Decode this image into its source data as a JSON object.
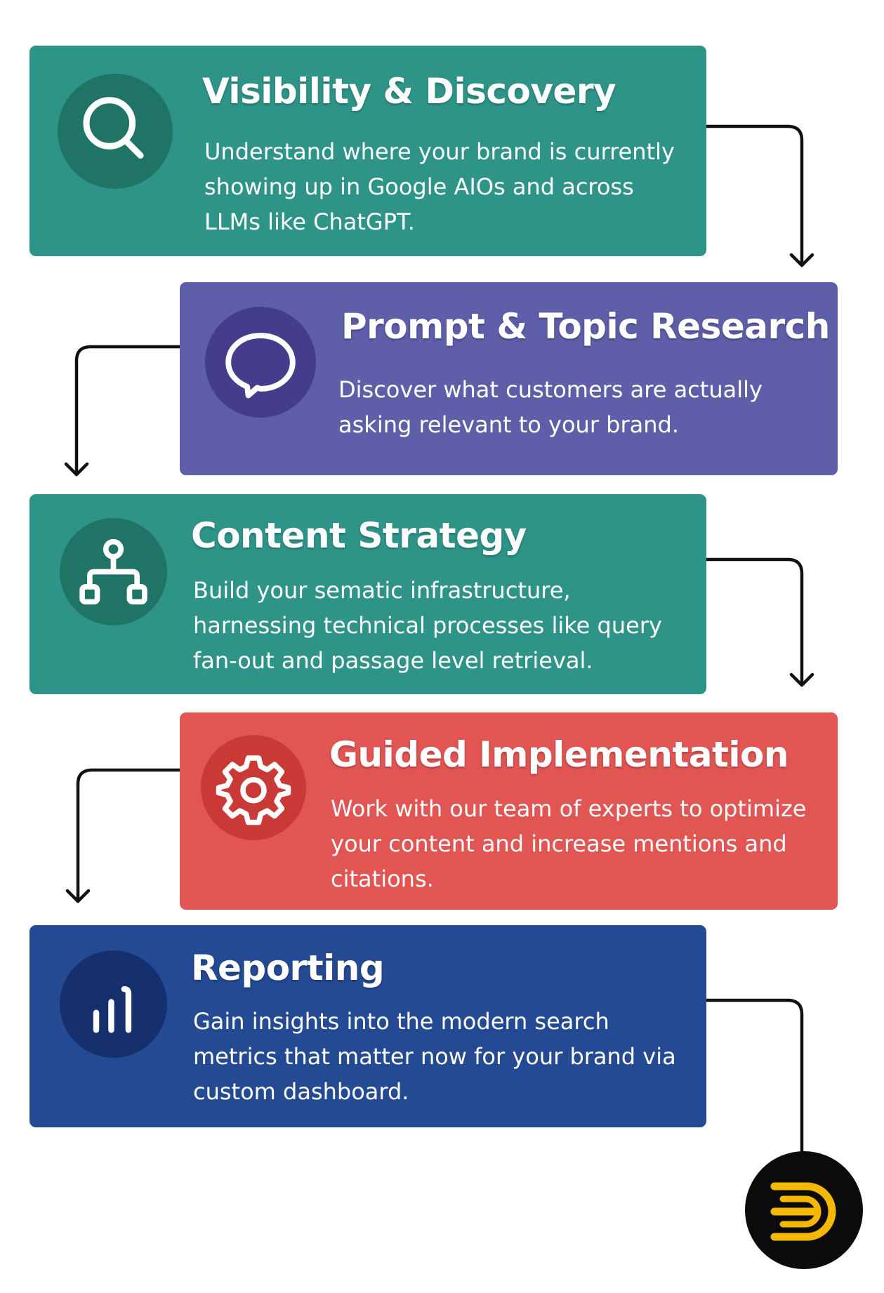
{
  "steps": [
    {
      "title": "Visibility & Discovery",
      "description": "Understand where your brand is currently showing up in Google AIOs and across LLMs like ChatGPT.",
      "icon": "search-icon",
      "color": "#2f9488"
    },
    {
      "title": "Prompt & Topic Research",
      "description": "Discover what customers are actually asking relevant to your brand.",
      "icon": "speech-bubble-icon",
      "color": "#5f5ea9"
    },
    {
      "title": "Content Strategy",
      "description": "Build your sematic infrastructure, harnessing technical processes like query fan-out and passage level retrieval.",
      "icon": "hierarchy-icon",
      "color": "#2f9488"
    },
    {
      "title": "Guided Implementation",
      "description": "Work with our team of experts to optimize your content and increase mentions and citations.",
      "icon": "gear-icon",
      "color": "#e15553"
    },
    {
      "title": "Reporting",
      "description": "Gain insights into the modern search metrics that matter now for your brand via custom dashboard.",
      "icon": "bar-chart-icon",
      "color": "#234a93"
    }
  ],
  "logo": {
    "icon": "brand-logo-icon",
    "background": "#0b0b0b",
    "accent": "#f5b800"
  }
}
